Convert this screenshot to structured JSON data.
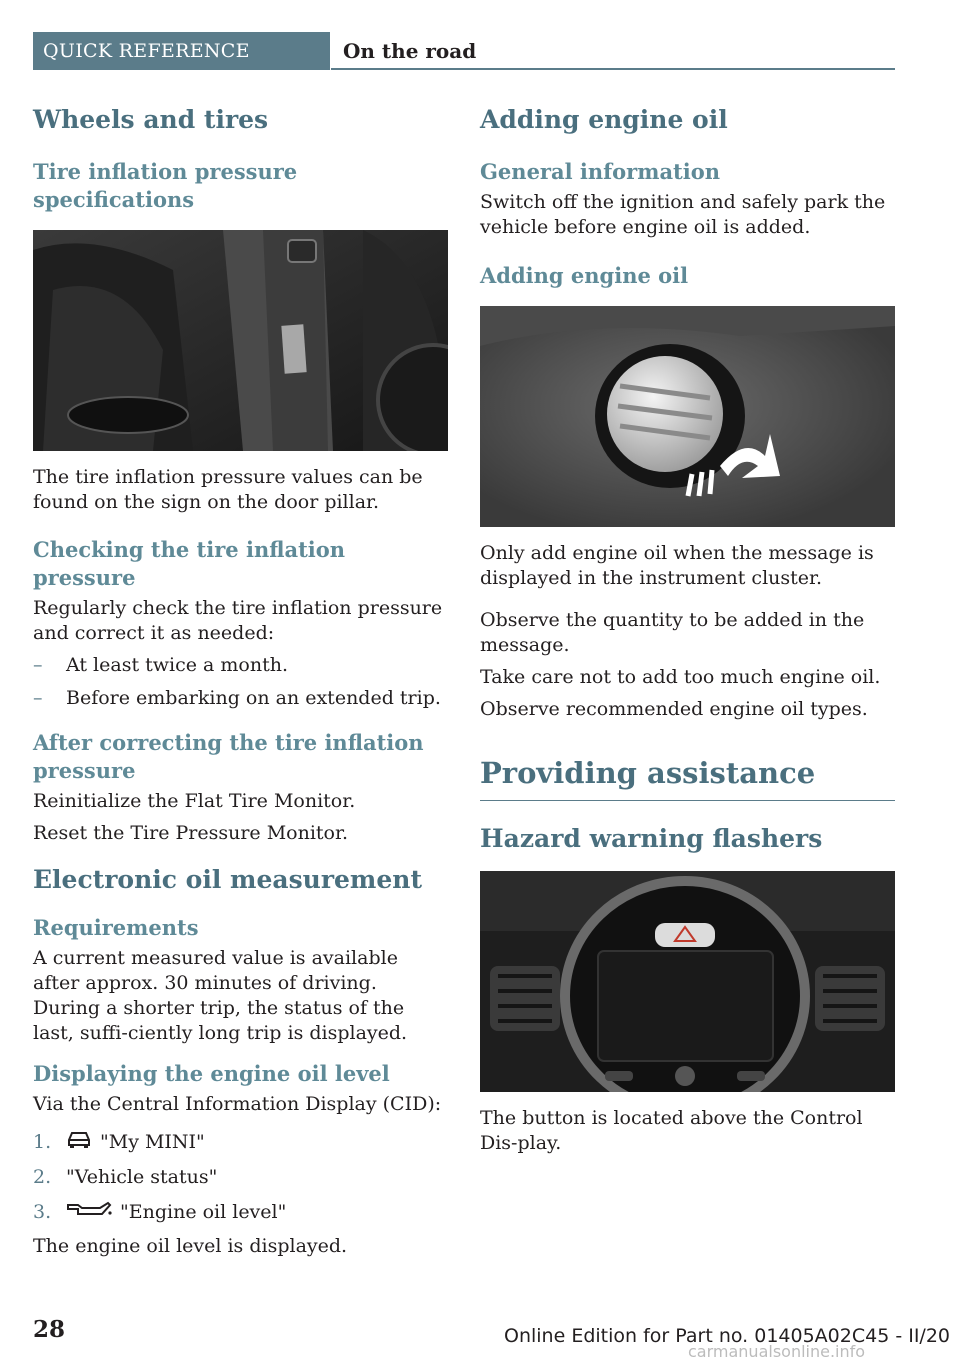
{
  "header": {
    "section": "QUICK REFERENCE",
    "chapter": "On the road"
  },
  "left": {
    "wheels_title": "Wheels and tires",
    "tire_spec_title": "Tire inflation pressure specifications",
    "tire_spec_text": "The tire inflation pressure values can be found on the sign on the door pillar.",
    "checking_title": "Checking the tire inflation pressure",
    "checking_text": "Regularly check the tire inflation pressure and correct it as needed:",
    "checking_items": [
      "At least twice a month.",
      "Before embarking on an extended trip."
    ],
    "dash_marker": "–",
    "after_title": "After correcting the tire inflation pressure",
    "after_line1": "Reinitialize the Flat Tire Monitor.",
    "after_line2": "Reset the Tire Pressure Monitor.",
    "oil_meas_title": "Electronic oil measurement",
    "req_title": "Requirements",
    "req_text": "A current measured value is available after approx. 30 minutes of driving. During a shorter trip, the status of the last, suffi-ciently long trip is displayed.",
    "display_title": "Displaying the engine oil level",
    "display_text": "Via the Central Information Display (CID):",
    "steps": [
      {
        "n": "1.",
        "icon": "car-icon",
        "text": "\"My MINI\""
      },
      {
        "n": "2.",
        "icon": "",
        "text": "\"Vehicle status\""
      },
      {
        "n": "3.",
        "icon": "oil-can-icon",
        "text": "\"Engine oil level\""
      }
    ],
    "display_result": "The engine oil level is displayed."
  },
  "right": {
    "adding_title": "Adding engine oil",
    "general_title": "General information",
    "general_text": "Switch off the ignition and safely park the vehicle before engine oil is added.",
    "adding_sub": "Adding engine oil",
    "adding_text1": "Only add engine oil when the message is displayed in the instrument cluster.",
    "adding_text2": "Observe the quantity to be added in the message.",
    "adding_text3": "Take care not to add too much engine oil.",
    "adding_text4": "Observe recommended engine oil types.",
    "assist_title": "Providing assistance",
    "hazard_title": "Hazard warning flashers",
    "hazard_text": "The button is located above the Control Dis-play."
  },
  "footer": {
    "page": "28",
    "edition": "Online Edition for Part no. 01405A02C45 - II/20",
    "watermark": "carmanualsonline.info"
  }
}
